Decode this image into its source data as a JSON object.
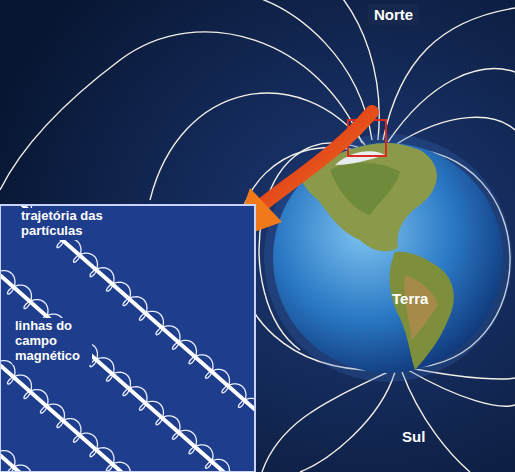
{
  "diagram": {
    "labels": [
      "Norte",
      "Terra",
      "Sul",
      "trajetória das partículas",
      "linhas do campo magnético"
    ]
  }
}
